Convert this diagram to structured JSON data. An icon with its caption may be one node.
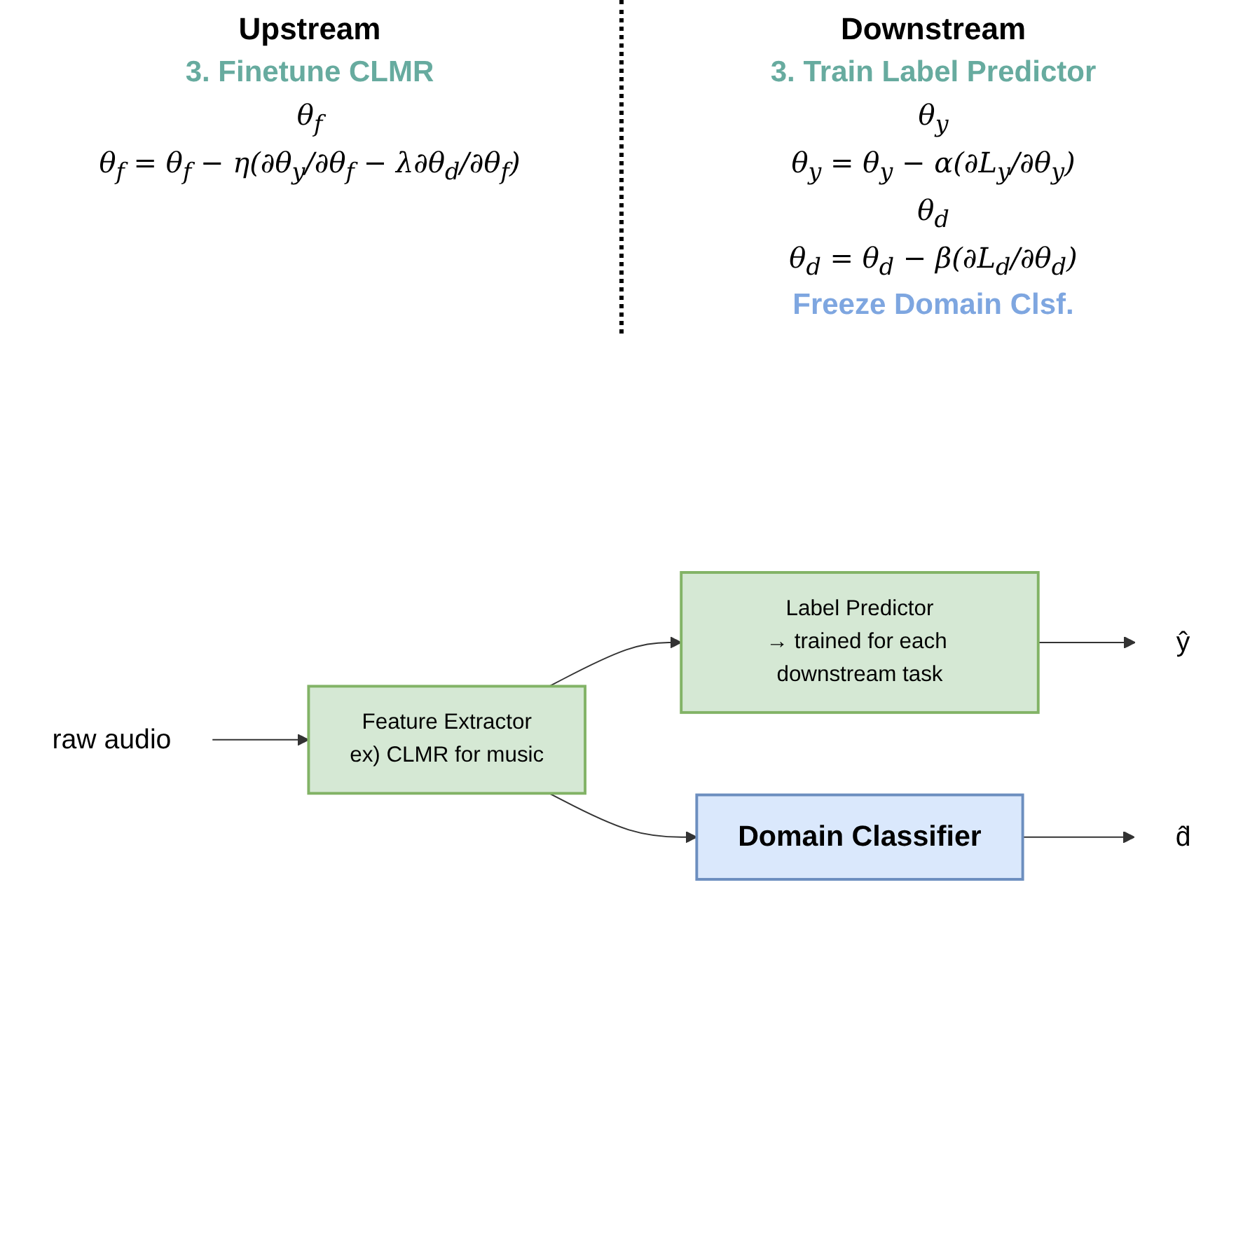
{
  "diagram": {
    "nodes": [
      {
        "text": [
          "raw audio"
        ]
      },
      {
        "text": [
          "Feature Extractor",
          "ex) CLMR for music"
        ]
      },
      {
        "text": [
          "Label Predictor",
          "→ trained for each downstream task"
        ]
      },
      {
        "text": [
          "ŷ"
        ]
      },
      {
        "text": [
          "Domain Classifier"
        ]
      },
      {
        "text": [
          "d̂"
        ]
      }
    ],
    "edges": [
      {
        "from": 0,
        "to": 1,
        "arrow": "to"
      },
      {
        "from": 1,
        "to": 2,
        "arrow": "to"
      },
      {
        "from": 1,
        "to": 4,
        "arrow": "to"
      },
      {
        "from": 2,
        "to": 3,
        "arrow": "to"
      },
      {
        "from": 4,
        "to": 5,
        "arrow": "to"
      }
    ],
    "labels": [
      "Upstream",
      "Downstream",
      "3. Finetune CLMR",
      "3. Train Label Predictor",
      "θ$_{f}$",
      "θ$_{y}$",
      "θ$_{f}$ = θ$_{f}$ − η(∂θ$_{y}$/∂θ$_{f}$ − λ∂θ$_{d}$/∂θ$_{f}$)",
      "θ$_{y}$ = θ$_{y}$ − α(∂L$_{y}$/∂θ$_{y}$)",
      "θ$_{d}$",
      "θ$_{d}$ = θ$_{d}$ − β(∂L$_{d}$/∂θ$_{d}$)",
      "Freeze Domain Clsf."
    ]
  }
}
